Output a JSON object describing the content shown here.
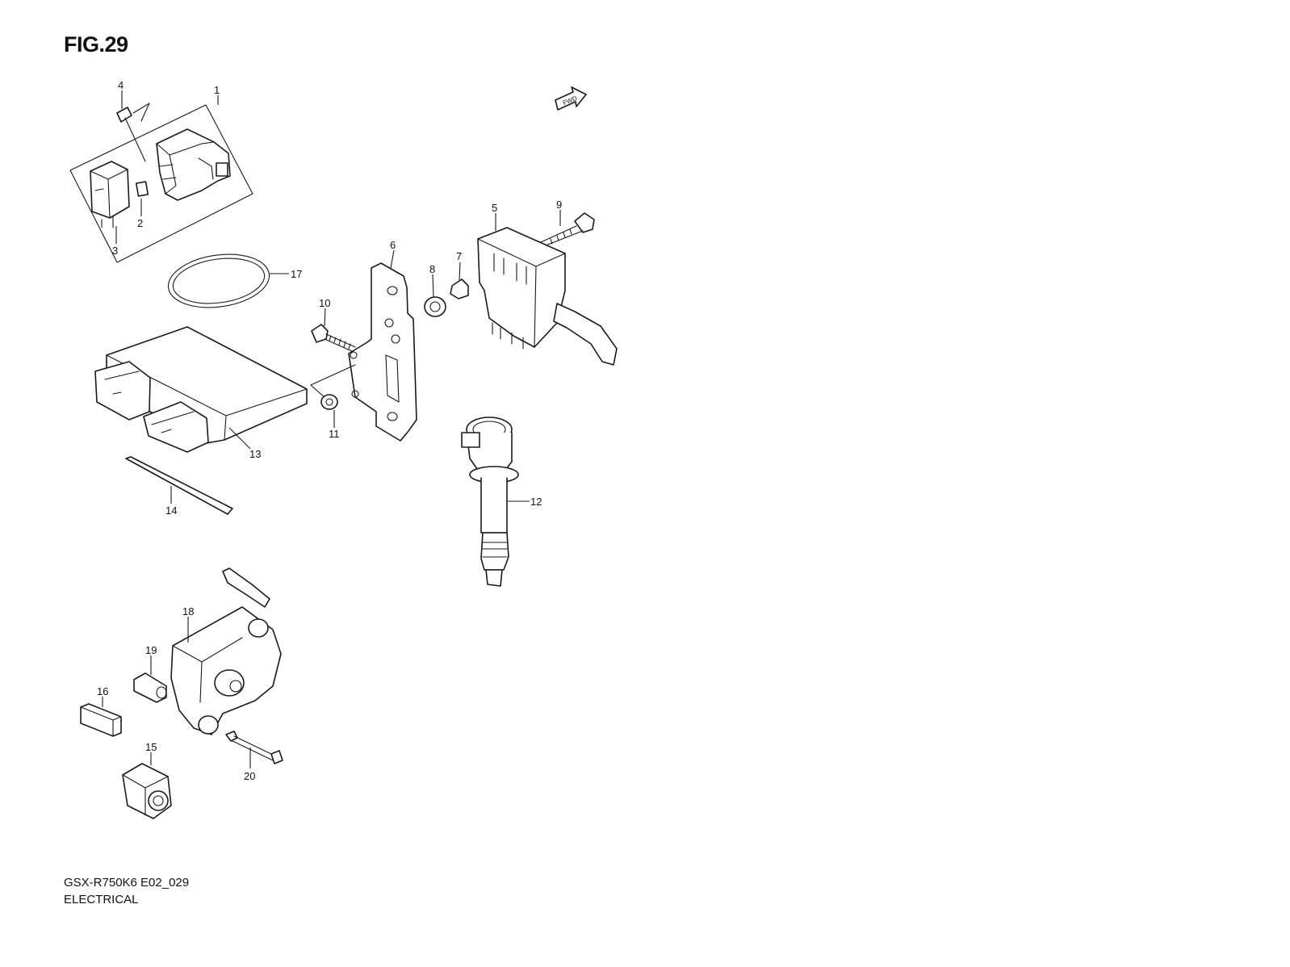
{
  "figure": {
    "title": "FIG.29"
  },
  "footer": {
    "model_code": "GSX-R750K6 E02_029",
    "category": "ELECTRICAL"
  },
  "fwd_label": "FWD",
  "callouts": [
    {
      "num": "1"
    },
    {
      "num": "2"
    },
    {
      "num": "3"
    },
    {
      "num": "4"
    },
    {
      "num": "5"
    },
    {
      "num": "6"
    },
    {
      "num": "7"
    },
    {
      "num": "8"
    },
    {
      "num": "9"
    },
    {
      "num": "10"
    },
    {
      "num": "11"
    },
    {
      "num": "12"
    },
    {
      "num": "13"
    },
    {
      "num": "14"
    },
    {
      "num": "15"
    },
    {
      "num": "16"
    },
    {
      "num": "17"
    },
    {
      "num": "18"
    },
    {
      "num": "19"
    },
    {
      "num": "20"
    }
  ]
}
